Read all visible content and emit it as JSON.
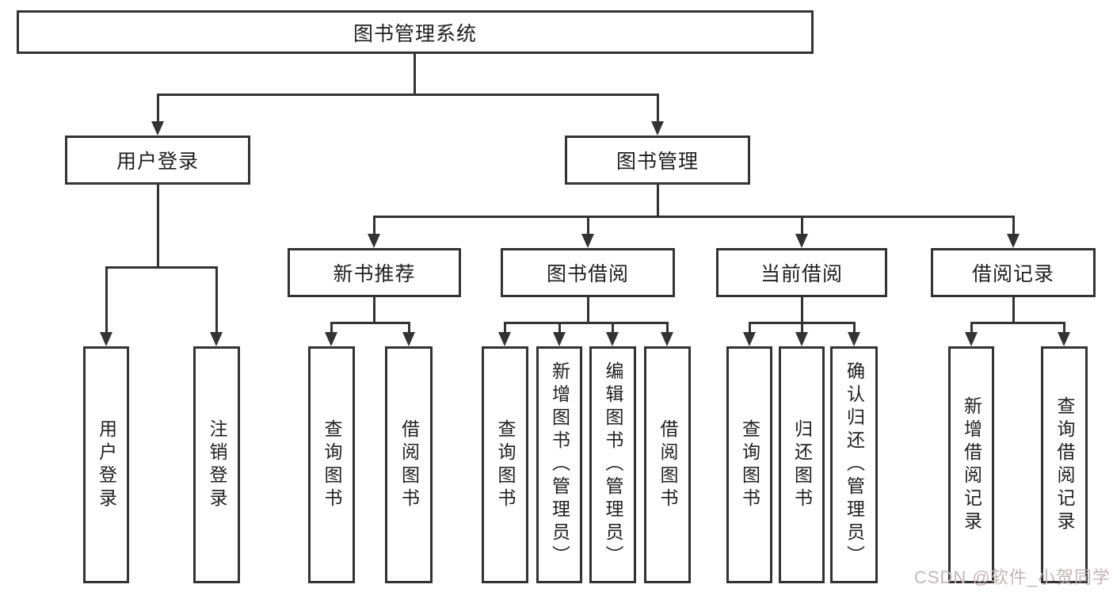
{
  "diagram_title": "图书管理系统",
  "tree": {
    "label": "图书管理系统",
    "children": [
      {
        "label": "用户登录",
        "children": [
          {
            "label": "用户登录"
          },
          {
            "label": "注销登录"
          }
        ]
      },
      {
        "label": "图书管理",
        "children": [
          {
            "label": "新书推荐",
            "children": [
              {
                "label": "查询图书"
              },
              {
                "label": "借阅图书"
              }
            ]
          },
          {
            "label": "图书借阅",
            "children": [
              {
                "label": "查询图书"
              },
              {
                "label": "新增图书（管理员）"
              },
              {
                "label": "编辑图书（管理员）"
              },
              {
                "label": "借阅图书"
              }
            ]
          },
          {
            "label": "当前借阅",
            "children": [
              {
                "label": "查询图书"
              },
              {
                "label": "归还图书"
              },
              {
                "label": "确认归还（管理员）"
              }
            ]
          },
          {
            "label": "借阅记录",
            "children": [
              {
                "label": "新增借阅记录"
              },
              {
                "label": "查询借阅记录"
              }
            ]
          }
        ]
      }
    ]
  },
  "watermark": {
    "text": "CSDN @软件_小贺同学",
    "color": "#c5b3b7"
  },
  "colors": {
    "line": "#333333",
    "text": "#1f1f1f",
    "background": "#ffffff"
  }
}
